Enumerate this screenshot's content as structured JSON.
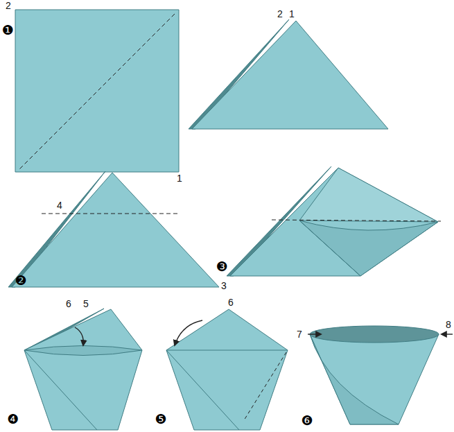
{
  "diagram": {
    "labels": [
      "❶",
      "2",
      "1",
      "2",
      "1",
      "4",
      "❷",
      "3",
      "❸",
      "6",
      "5",
      "❹",
      "6",
      "❺",
      "❻",
      "7",
      "8"
    ]
  }
}
